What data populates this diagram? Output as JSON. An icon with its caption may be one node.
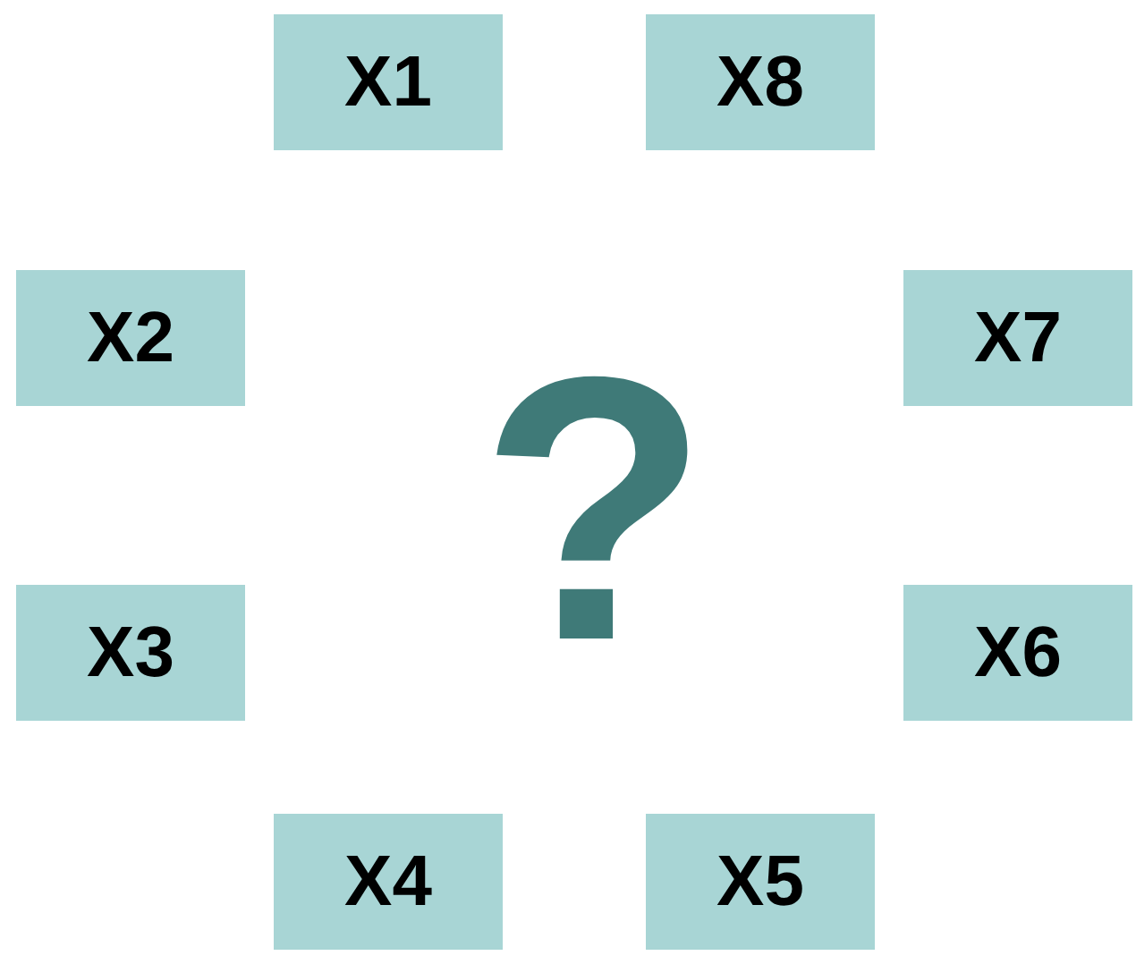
{
  "diagram": {
    "nodes": [
      {
        "text": [
          "X1"
        ]
      },
      {
        "text": [
          "X8"
        ]
      },
      {
        "text": [
          "X2"
        ]
      },
      {
        "text": [
          "X7"
        ]
      },
      {
        "text": [
          "X3"
        ]
      },
      {
        "text": [
          "X6"
        ]
      },
      {
        "text": [
          "X4"
        ]
      },
      {
        "text": [
          "X5"
        ]
      }
    ],
    "labels": [
      "?"
    ]
  }
}
